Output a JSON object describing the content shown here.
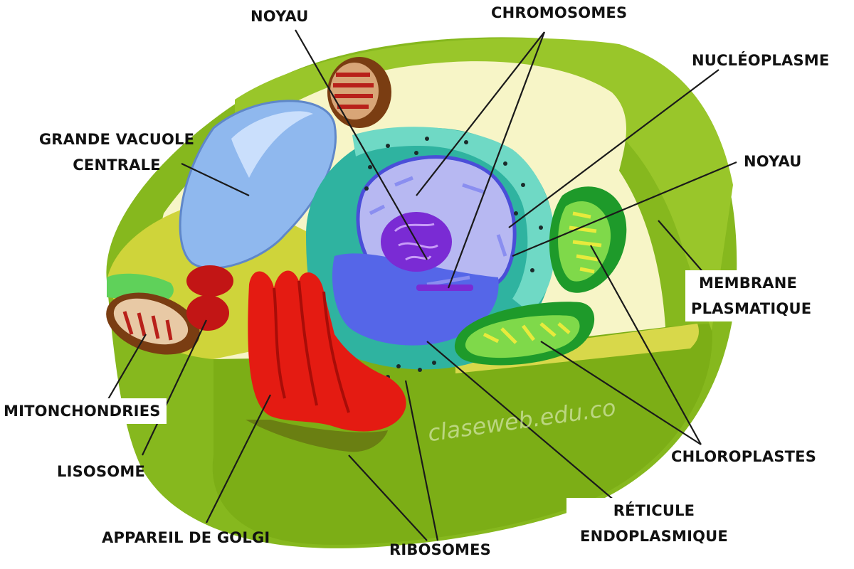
{
  "labels": {
    "noyau_top": "NOYAU",
    "chromosomes": "CHROMOSOMES",
    "nucleoplasme": "NUCLÉOPLASME",
    "vacuole": [
      "GRANDE VACUOLE",
      "CENTRALE"
    ],
    "noyau_right": "NOYAU",
    "membrane": [
      "MEMBRANE",
      "PLASMATIQUE"
    ],
    "mitochondries": "MITONCHONDRIES",
    "lisosome": "LISOSOME",
    "golgi": "APPAREIL DE GOLGI",
    "ribosomes": "RIBOSOMES",
    "reticule": [
      "RÉTICULE",
      "ENDOPLASMIQUE"
    ],
    "chloroplastes": "CHLOROPLASTES"
  },
  "watermark": "clasewеb.edu.co",
  "colors": {
    "cell_wall": "#8dbb1c",
    "cytoplasm_light": "#f8f6c8",
    "vacuole": "#8fb8ee",
    "nucleus_envelope": "#2fb3a0",
    "nucleoplasm": "#b7b8f2",
    "nucleolus": "#7a2bd4",
    "golgi": "#e41b12",
    "chloroplast": "#3cbf3a",
    "mitochondria": "#7a3d12"
  }
}
